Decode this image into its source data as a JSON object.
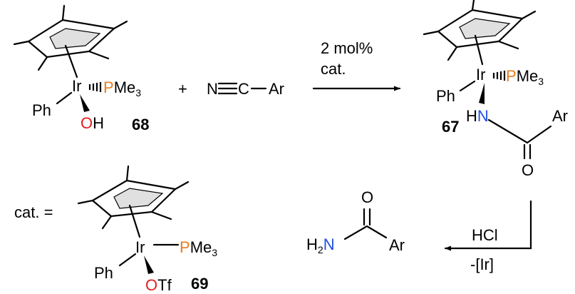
{
  "colors": {
    "phosphorus": "#e87d1e",
    "nitrogen": "#1f4fe0",
    "oxygen": "#e02020",
    "black": "#000000"
  },
  "labels": {
    "ir": "Ir",
    "p": "P",
    "me3": "Me",
    "sub3": "3",
    "ph": "Ph",
    "o": "O",
    "h": "H",
    "otf": "Tf",
    "n": "N",
    "c": "C",
    "ar": "Ar",
    "plus": "+",
    "hcl": "HCl",
    "ir_loss": "-[Ir]",
    "cat_eq": "cat. =",
    "mol": "2 mol%",
    "cat": "cat.",
    "h2": "H",
    "sub2": "2"
  },
  "compounds": {
    "c68": "68",
    "c67": "67",
    "c69": "69"
  }
}
